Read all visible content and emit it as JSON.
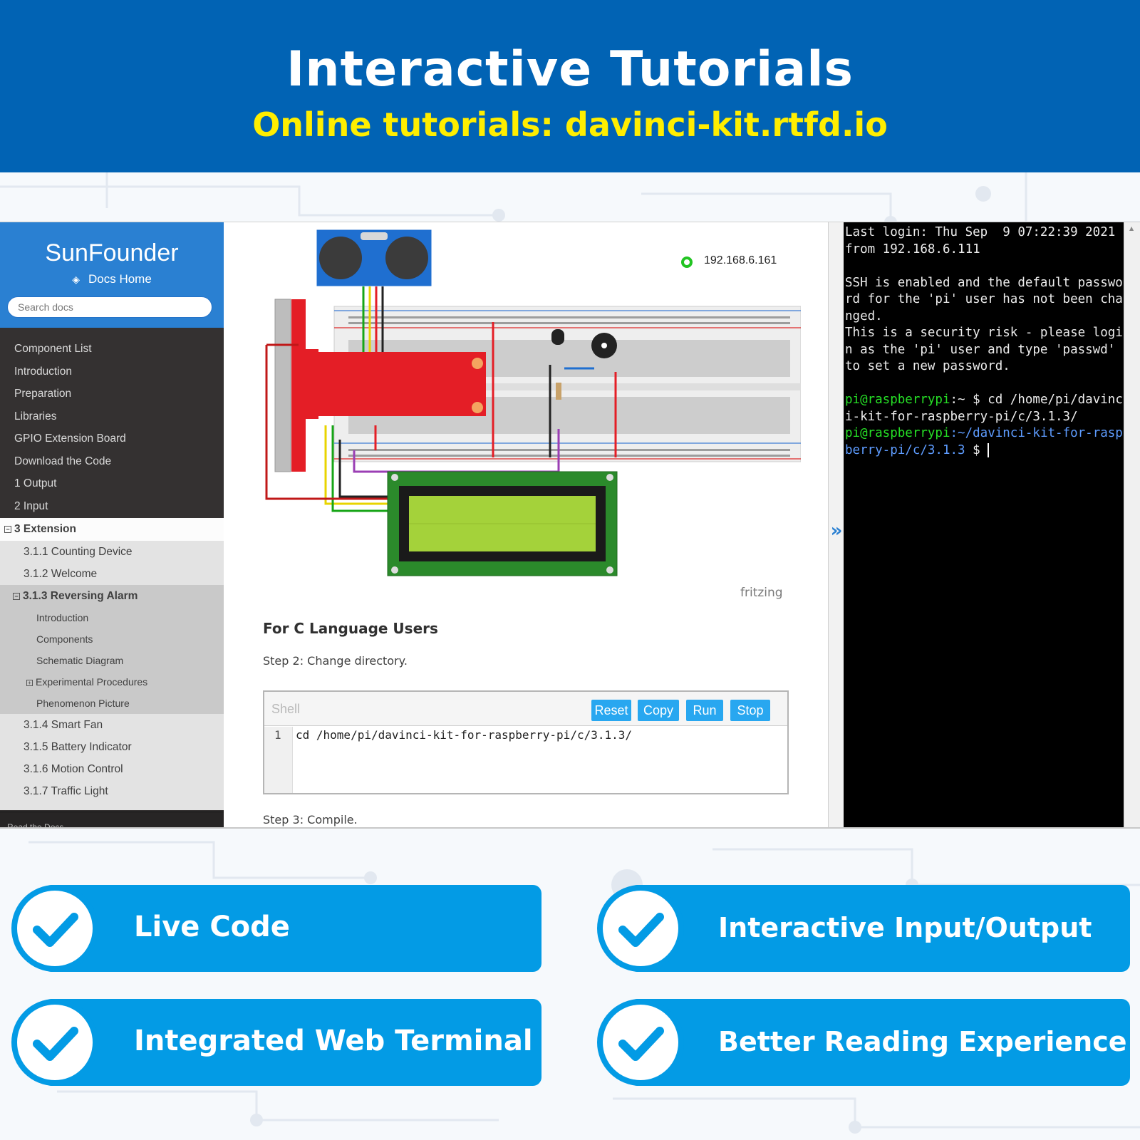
{
  "banner": {
    "title": "Interactive Tutorials",
    "subtitle": "Online tutorials: davinci-kit.rtfd.io"
  },
  "sidebar": {
    "brand": "SunFounder",
    "docs_home": "Docs Home",
    "search_placeholder": "Search docs",
    "items": [
      "Component List",
      "Introduction",
      "Preparation",
      "Libraries",
      "GPIO Extension Board",
      "Download the Code",
      "1 Output",
      "2 Input"
    ],
    "section": "3 Extension",
    "sub_items": [
      "3.1.1 Counting Device",
      "3.1.2 Welcome"
    ],
    "active": "3.1.3 Reversing Alarm",
    "active_children": [
      "Introduction",
      "Components",
      "Schematic Diagram",
      "Experimental Procedures",
      "Phenomenon Picture"
    ],
    "sub_items_after": [
      "3.1.4 Smart Fan",
      "3.1.5 Battery Indicator",
      "3.1.6 Motion Control",
      "3.1.7 Traffic Light"
    ],
    "footer": "Read the Docs"
  },
  "content": {
    "ip": "192.168.6.161",
    "diagram_credit": "fritzing",
    "heading": "For C Language Users",
    "step2": "Step 2: Change directory.",
    "step3": "Step 3: Compile.",
    "shell": {
      "name": "Shell",
      "buttons": [
        "Reset",
        "Copy",
        "Run",
        "Stop"
      ],
      "line_number": "1",
      "code": "cd /home/pi/davinci-kit-for-raspberry-pi/c/3.1.3/"
    }
  },
  "terminal": {
    "lines": [
      "Last login: Thu Sep  9 07:22:39 2021",
      "from 192.168.6.111",
      "",
      "SSH is enabled and the default passwo",
      "rd for the 'pi' user has not been cha",
      "nged.",
      "This is a security risk - please logi",
      "n as the 'pi' user and type 'passwd'",
      "to set a new password.",
      ""
    ],
    "prompt1_user": "pi@raspberrypi",
    "prompt1_path": ":~ $ ",
    "prompt1_cmd_a": "cd /home/pi/davinc",
    "prompt1_cmd_b": "i-kit-for-raspberry-pi/c/3.1.3/",
    "prompt2_user": "pi@raspberrypi",
    "prompt2_path_a": ":~/davinci-kit-for-rasp",
    "prompt2_path_b": "berry-pi/c/3.1.3 ",
    "prompt2_dollar": "$ "
  },
  "features": [
    "Live Code",
    "Interactive Input/Output",
    "Integrated Web Terminal",
    "Better Reading Experience"
  ],
  "colors": {
    "banner": "#0163b4",
    "banner_subtitle": "#ffee00",
    "sidebar_head": "#2a80d2",
    "button": "#28a7f0",
    "feature": "#039be5"
  },
  "icons": [
    "layers-icon",
    "expand-chevron-icon",
    "check-icon"
  ]
}
